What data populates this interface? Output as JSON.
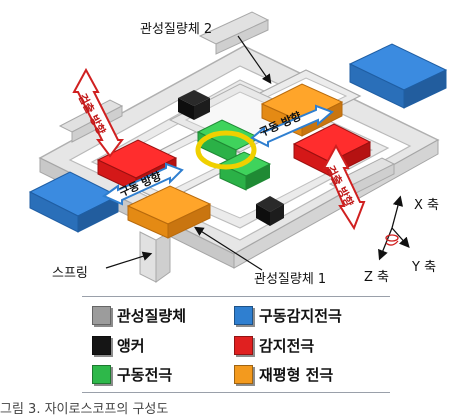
{
  "labels": {
    "mass2": "관성질량체 2",
    "mass1": "관성질량체 1",
    "spring": "스프링",
    "drive_dir_left": "구동 방향",
    "drive_dir_right": "구동 방향",
    "sense_dir_left": "검출 방향",
    "sense_dir_right": "검출 방향",
    "x_axis": "X 축",
    "y_axis": "Y 축",
    "z_axis": "Z 축"
  },
  "legend": [
    {
      "label": "관성질량체",
      "color": "#9c9c9c",
      "icon": "proof-mass-swatch"
    },
    {
      "label": "구동감지전극",
      "color": "#2f7fd0",
      "icon": "drive-sense-electrode-swatch"
    },
    {
      "label": "앵커",
      "color": "#151515",
      "icon": "anchor-swatch"
    },
    {
      "label": "감지전극",
      "color": "#e02020",
      "icon": "sense-electrode-swatch"
    },
    {
      "label": "구동전극",
      "color": "#2eb84a",
      "icon": "drive-electrode-swatch"
    },
    {
      "label": "재평형 전극",
      "color": "#f39a1e",
      "icon": "rebalance-electrode-swatch"
    }
  ],
  "caption": "그림 3. 자이로스코프의 구성도",
  "colors": {
    "frame": "#e6e6e6",
    "frame_edge": "#b9b9b9",
    "blue": "#2f7fd0",
    "red": "#e02020",
    "green": "#2eb84a",
    "orange": "#f39a1e",
    "anchor": "#151515",
    "ring": "#f0d000"
  }
}
